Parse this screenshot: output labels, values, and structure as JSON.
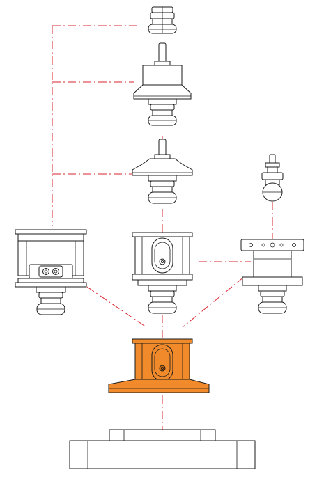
{
  "diagram": {
    "kind": "exploded-assembly-drawing",
    "colors": {
      "background": "#ffffff",
      "outline": "#1a1a1a",
      "centerline": "#d9262f",
      "highlight": "#f08a2b",
      "highlight_dark": "#c96a14"
    },
    "components": [
      "top-coupling",
      "upper-adapter",
      "middle-adapter",
      "ball-joint-probe",
      "left-module",
      "center-module",
      "right-module",
      "highlighted-mount",
      "base-plate"
    ]
  }
}
